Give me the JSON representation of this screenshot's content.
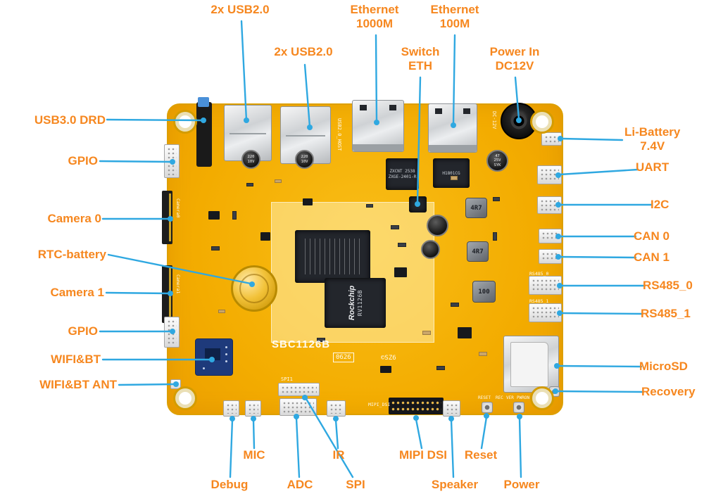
{
  "colors": {
    "label_orange": "#F6871F",
    "line_blue": "#2FA8E1",
    "board_yellow": "#F3AC00"
  },
  "labels": [
    {
      "text": "2x USB2.0"
    },
    {
      "text": "2x USB2.0"
    },
    {
      "text": "Ethernet\n1000M"
    },
    {
      "text": "Ethernet\n100M"
    },
    {
      "text": "Switch\nETH"
    },
    {
      "text": "Power In\nDC12V"
    },
    {
      "text": "USB3.0 DRD"
    },
    {
      "text": "GPIO"
    },
    {
      "text": "Camera 0"
    },
    {
      "text": "RTC-battery"
    },
    {
      "text": "Camera 1"
    },
    {
      "text": "GPIO"
    },
    {
      "text": "WIFI&BT"
    },
    {
      "text": "WIFI&BT ANT"
    },
    {
      "text": "Li-Battery\n7.4V"
    },
    {
      "text": "UART"
    },
    {
      "text": "I2C"
    },
    {
      "text": "CAN 0"
    },
    {
      "text": "CAN 1"
    },
    {
      "text": "RS485_0"
    },
    {
      "text": "RS485_1"
    },
    {
      "text": "MicroSD"
    },
    {
      "text": "Recovery"
    },
    {
      "text": "Debug"
    },
    {
      "text": "MIC"
    },
    {
      "text": "ADC"
    },
    {
      "text": "IR"
    },
    {
      "text": "SPI"
    },
    {
      "text": "MIPI DSI"
    },
    {
      "text": "Speaker"
    },
    {
      "text": "Reset"
    },
    {
      "text": "Power"
    }
  ],
  "board": {
    "silkscreen": {
      "model": "SBC1126B",
      "rev": "0626",
      "copyright": "©SZ6",
      "dc_label": "DC-12V",
      "usb_host": "USB2.0_HOST",
      "camera0": "Camera0",
      "camera1": "Camera1",
      "rs485_0": "RS485_0",
      "rs485_1": "RS485_1",
      "mipi_dsi": "MIPI_DSI",
      "spi": "SPI1",
      "reset": "RESET",
      "rec": "REC",
      "ver": "VER",
      "pwron": "PWRON"
    },
    "chips": {
      "soc_brand": "Rockchip",
      "soc_model": "RV1126B",
      "eth_phy_1": "ZXCNT 2538",
      "eth_phy_2": "ZXGE-2401-R",
      "transformer": "H1801CG",
      "cap_47": "47\n25V\nSYK",
      "cap_220a": "220\n10V",
      "cap_220b": "220\n10V",
      "ind_1": "4R7",
      "ind_2": "4R7",
      "ind_3": "100"
    }
  }
}
